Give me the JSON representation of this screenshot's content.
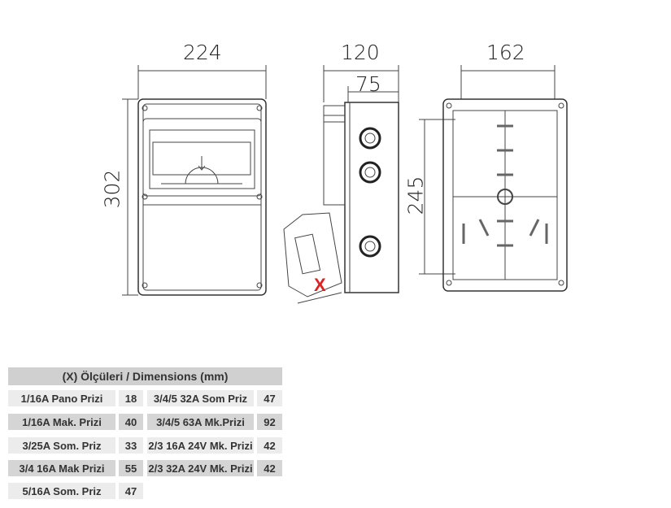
{
  "dimensions": {
    "front_width": "224",
    "height": "302",
    "side_depth": "120",
    "side_inner": "75",
    "rear_width": "162",
    "rear_height": "245",
    "marker": "X"
  },
  "table": {
    "title": "(X) Ölçüleri / Dimensions (mm)",
    "rows": [
      {
        "name1": "1/16A Pano Prizi",
        "val1": "18",
        "name2": "3/4/5 32A Som Priz",
        "val2": "47"
      },
      {
        "name1": "1/16A Mak. Prizi",
        "val1": "40",
        "name2": "3/4/5 63A Mk.Prizi",
        "val2": "92"
      },
      {
        "name1": "3/25A Som. Priz",
        "val1": "33",
        "name2": "2/3 16A 24V Mk. Prizi",
        "val2": "42"
      },
      {
        "name1": "3/4 16A Mak Prizi",
        "val1": "55",
        "name2": "2/3 32A 24V Mk. Prizi",
        "val2": "42"
      },
      {
        "name1": "5/16A Som. Priz",
        "val1": "47"
      }
    ]
  }
}
